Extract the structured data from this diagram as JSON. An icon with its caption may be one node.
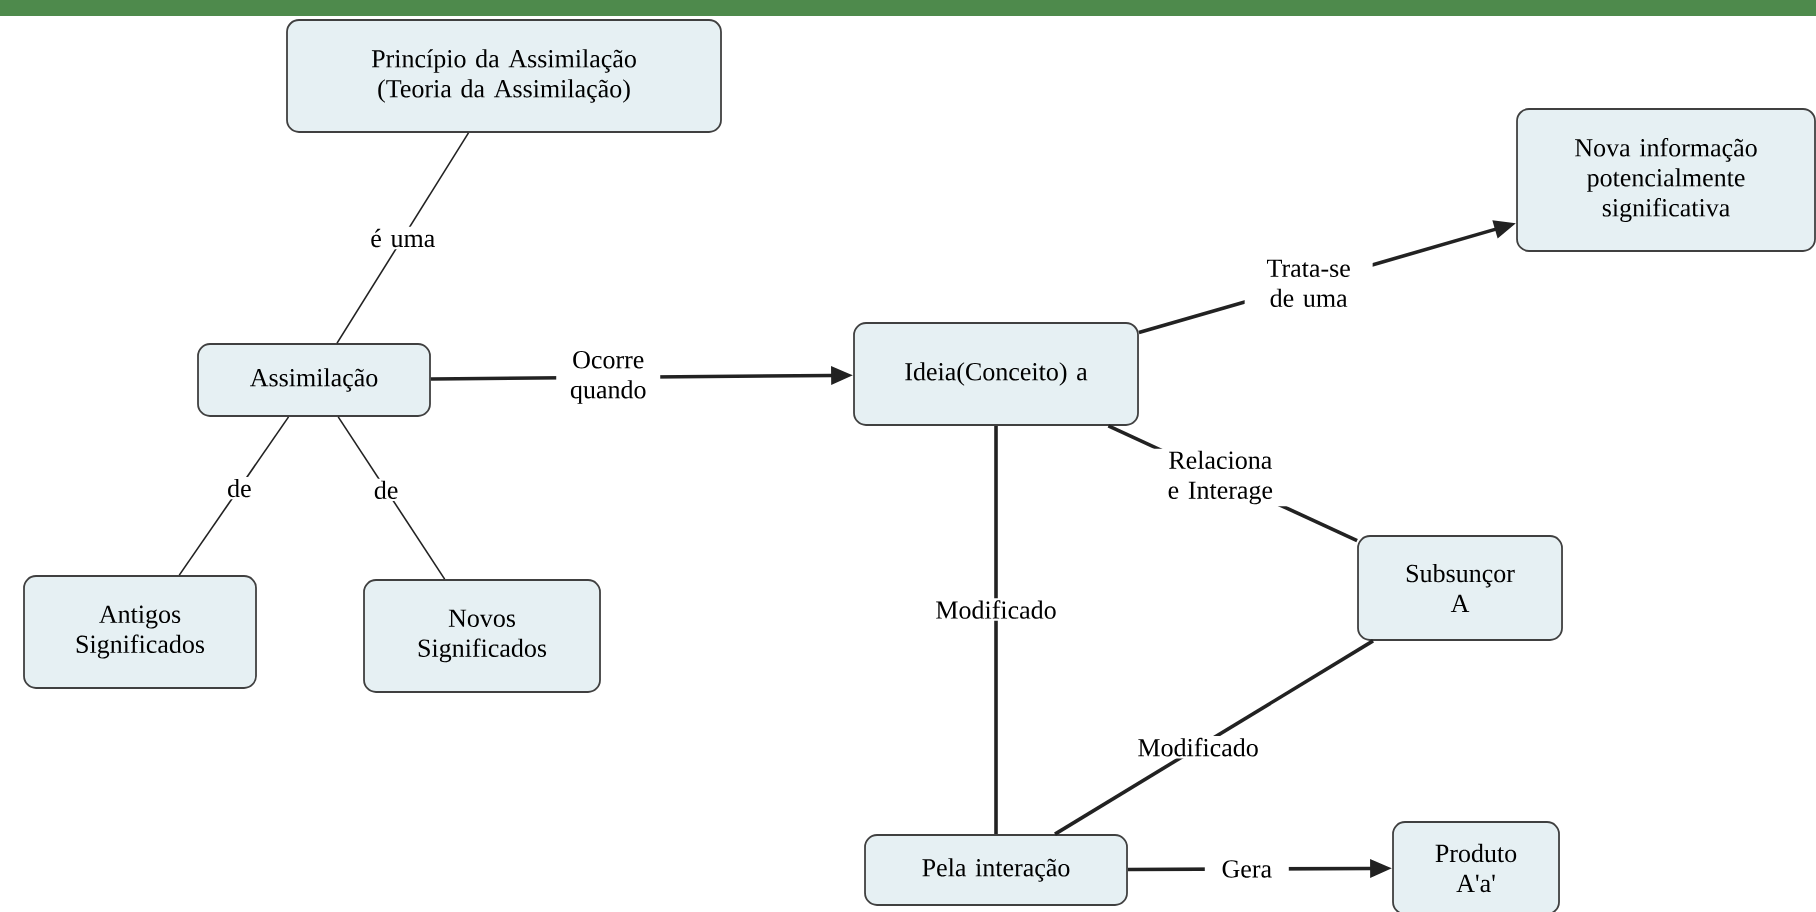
{
  "diagram": {
    "nodes": [
      {
        "text": [
          "Princípio da Assimilação (Teoria da Assimilação)"
        ]
      },
      {
        "text": [
          "Assimilação"
        ]
      },
      {
        "text": [
          "Antigos Significados"
        ]
      },
      {
        "text": [
          "Novos Significados"
        ]
      },
      {
        "text": [
          "Ideia(Conceito) a"
        ]
      },
      {
        "text": [
          "Nova informação potencialmente significativa"
        ]
      },
      {
        "text": [
          "Subsunçor A"
        ]
      },
      {
        "text": [
          "Pela interação"
        ]
      },
      {
        "text": [
          "Produto A'a'"
        ]
      }
    ],
    "edges": [
      {
        "from": 0,
        "to": 1,
        "arrow": "none",
        "label": "é uma"
      },
      {
        "from": 1,
        "to": 4,
        "arrow": "to",
        "label": "Ocorre quando"
      },
      {
        "from": 1,
        "to": 2,
        "arrow": "none",
        "label": "de"
      },
      {
        "from": 1,
        "to": 3,
        "arrow": "none",
        "label": "de"
      },
      {
        "from": 4,
        "to": 5,
        "arrow": "to",
        "label": "Trata-se de uma"
      },
      {
        "from": 4,
        "to": 6,
        "arrow": "none",
        "label": "Relaciona e Interage"
      },
      {
        "from": 4,
        "to": 7,
        "arrow": "none",
        "label": "Modificado"
      },
      {
        "from": 6,
        "to": 7,
        "arrow": "none",
        "label": "Modificado"
      },
      {
        "from": 7,
        "to": 8,
        "arrow": "to",
        "label": "Gera"
      }
    ]
  }
}
